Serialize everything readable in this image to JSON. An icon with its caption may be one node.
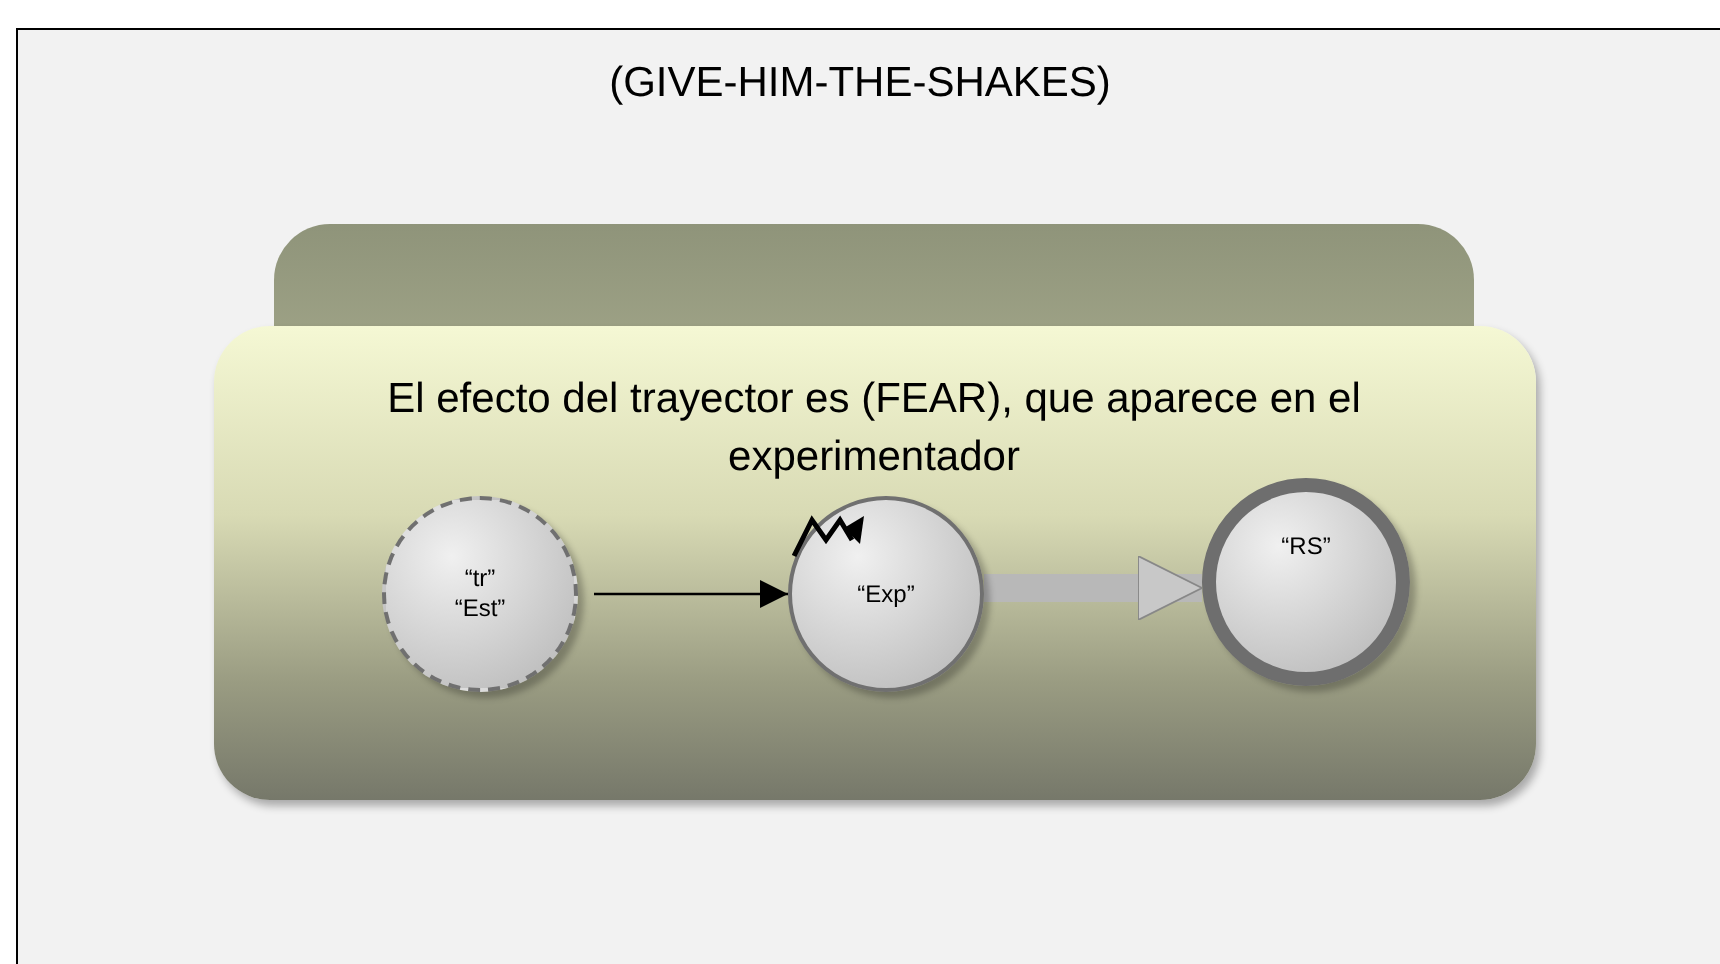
{
  "diagram": {
    "title": "(GIVE-HIM-THE-SHAKES)",
    "nodes": [
      {
        "text": [
          "El efecto del trayector es (FEAR), que aparece en el experimentador"
        ]
      },
      {
        "text": [
          "“tr”",
          "“Est”"
        ],
        "in": 0
      },
      {
        "text": [
          "“Exp”"
        ],
        "in": 0
      },
      {
        "text": [
          "“RS”"
        ],
        "in": 0
      }
    ],
    "edges": [
      {
        "from": 1,
        "to": 2,
        "arrow": "to"
      },
      {
        "from": 2,
        "to": 3,
        "arrow": "to",
        "style": "thick",
        "color": "#b8b8b8"
      }
    ]
  }
}
